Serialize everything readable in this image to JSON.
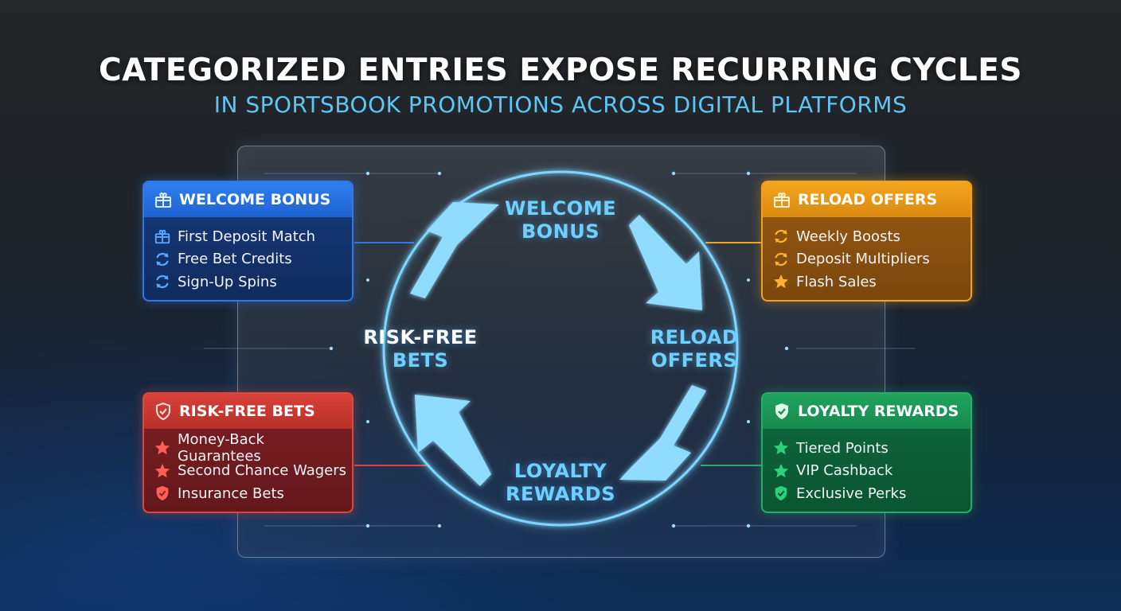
{
  "title": "CATEGORIZED ENTRIES EXPOSE RECURRING CYCLES",
  "subtitle": "IN SPORTSBOOK PROMOTIONS ACROSS DIGITAL PLATFORMS",
  "colors": {
    "cycle": "#6fd0ff",
    "blue": "#2f78e6",
    "orange": "#f2a21c",
    "red": "#e2453d",
    "green": "#22b067"
  },
  "cycle": {
    "top": {
      "line1": "WELCOME",
      "line2": "BONUS"
    },
    "right": {
      "line1": "RELOAD",
      "line2": "OFFERS"
    },
    "bottom": {
      "line1": "LOYALTY",
      "line2": "REWARDS"
    },
    "left": {
      "line1": "RISK-FREE",
      "line2": "BETS"
    }
  },
  "cards": {
    "welcome": {
      "title": "WELCOME BONUS",
      "header_icon": "gift-icon",
      "items": [
        {
          "label": "First Deposit Match",
          "icon": "gift-icon"
        },
        {
          "label": "Free Bet Credits",
          "icon": "refresh-icon"
        },
        {
          "label": "Sign-Up Spins",
          "icon": "refresh-icon"
        }
      ]
    },
    "reload": {
      "title": "RELOAD OFFERS",
      "header_icon": "gift-icon",
      "items": [
        {
          "label": "Weekly Boosts",
          "icon": "refresh-icon"
        },
        {
          "label": "Deposit Multipliers",
          "icon": "refresh-icon"
        },
        {
          "label": "Flash Sales",
          "icon": "star-icon"
        }
      ]
    },
    "riskfree": {
      "title": "RISK-FREE BETS",
      "header_icon": "shield-icon",
      "items": [
        {
          "label": "Money-Back Guarantees",
          "icon": "star-icon"
        },
        {
          "label": "Second Chance Wagers",
          "icon": "star-icon"
        },
        {
          "label": "Insurance Bets",
          "icon": "shield-icon"
        }
      ]
    },
    "loyalty": {
      "title": "LOYALTY REWARDS",
      "header_icon": "shield-check-icon",
      "items": [
        {
          "label": "Tiered Points",
          "icon": "star-icon"
        },
        {
          "label": "VIP Cashback",
          "icon": "star-icon"
        },
        {
          "label": "Exclusive Perks",
          "icon": "shield-check-icon"
        }
      ]
    }
  }
}
